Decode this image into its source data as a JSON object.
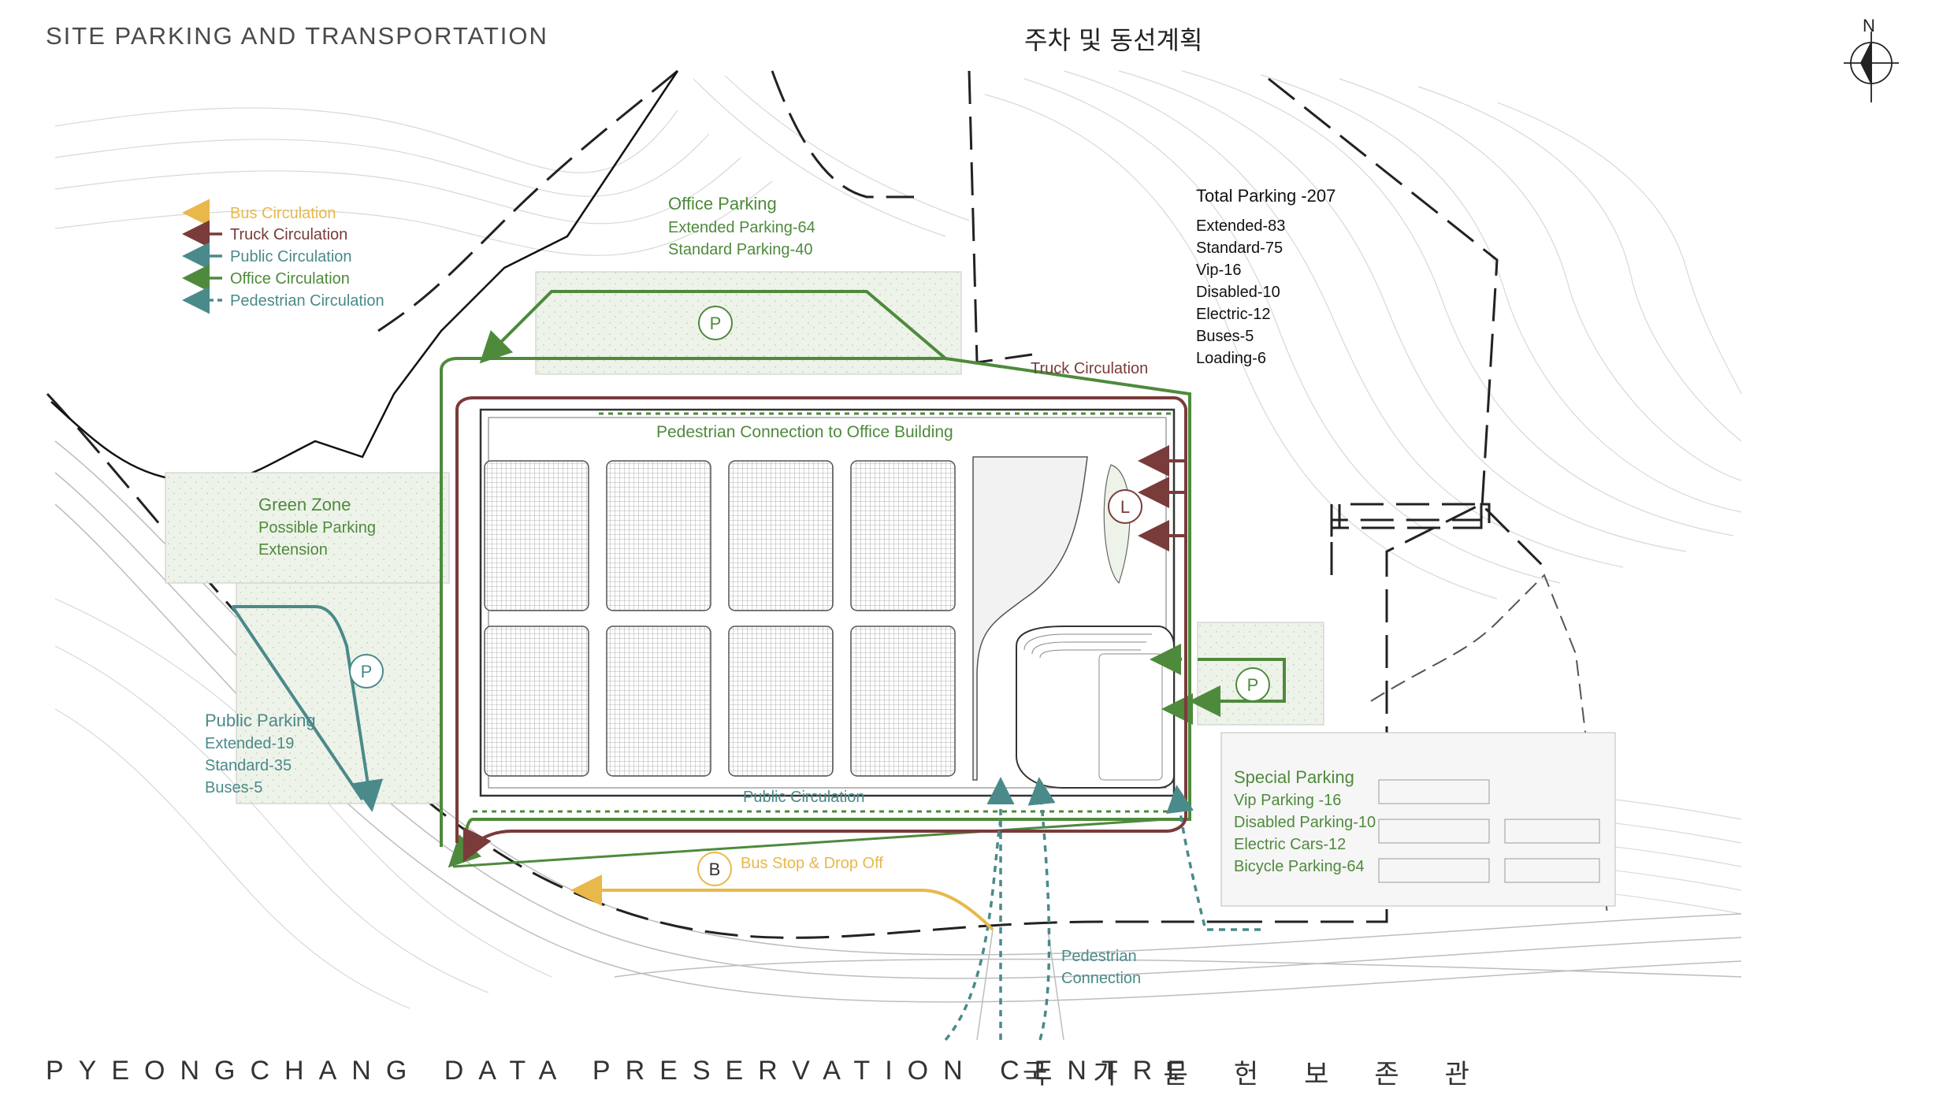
{
  "header": {
    "title_en": "SITE PARKING AND TRANSPORTATION",
    "title_ko": "주차 및 동선계획",
    "north": "N"
  },
  "footer": {
    "name_en": "PYEONGCHANG DATA PRESERVATION CENTRE",
    "name_ko": "국가문헌보존관"
  },
  "colors": {
    "bus": "#e8b84a",
    "truck": "#7a3b3b",
    "public": "#4a8a8a",
    "office": "#4e8a3c",
    "pedestrian": "#4a8a8a",
    "label_green": "#4e8a3c",
    "label_teal": "#4a8a8a"
  },
  "legend": [
    {
      "label": "Bus Circulation",
      "color": "#e8b84a"
    },
    {
      "label": "Truck Circulation",
      "color": "#7a3b3b"
    },
    {
      "label": "Public Circulation",
      "color": "#4a8a8a"
    },
    {
      "label": "Office Circulation",
      "color": "#4e8a3c"
    },
    {
      "label": "Pedestrian Circulation",
      "color": "#4a8a8a"
    }
  ],
  "office_parking": {
    "title": "Office Parking",
    "lines": [
      "Extended Parking-64",
      "Standard Parking-40"
    ]
  },
  "total_parking": {
    "title": "Total Parking -207",
    "lines": [
      "Extended-83",
      "Standard-75",
      "Vip-16",
      "Disabled-10",
      "Electric-12",
      "Buses-5",
      "Loading-6"
    ]
  },
  "green_zone": {
    "title": "Green Zone",
    "lines": [
      "Possible Parking",
      "Extension"
    ]
  },
  "public_parking": {
    "title": "Public Parking",
    "lines": [
      "Extended-19",
      "Standard-35",
      "Buses-5"
    ]
  },
  "special_parking": {
    "title": "Special Parking",
    "lines": [
      "Vip Parking -16",
      "Disabled Parking-10",
      "Electric Cars-12",
      "Bicycle Parking-64"
    ]
  },
  "labels": {
    "truck_circulation": "Truck Circulation",
    "pedestrian_connection": "Pedestrian Connection to Office Building",
    "public_circulation": "Public Circulation",
    "bus_stop": "Bus Stop & Drop Off",
    "pedestrian_connection_1": "Pedestrian",
    "pedestrian_connection_2": "Connection"
  },
  "markers": {
    "parking": "P",
    "loading": "L",
    "bus": "B"
  }
}
